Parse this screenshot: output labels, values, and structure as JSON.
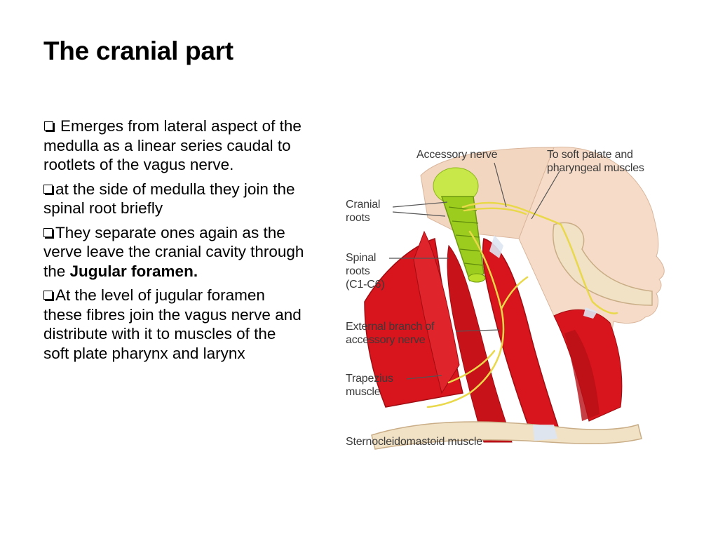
{
  "slide": {
    "title": "The cranial part"
  },
  "bullets": [
    {
      "text": "Emerges from lateral aspect of the medulla as a linear series caudal to rootlets of the vagus nerve."
    },
    {
      "text": "at the side of medulla they join the spinal root briefly"
    },
    {
      "text_before": "They separate ones again as the verve leave the cranial cavity through the ",
      "bold": "Jugular foramen."
    },
    {
      "text": "At the level of jugular foramen these fibres join the vagus nerve and distribute with it to muscles of the soft plate pharynx and larynx"
    }
  ],
  "figure": {
    "labels": {
      "accessory_nerve": "Accessory nerve",
      "soft_palate": "To soft palate and\npharyngeal muscles",
      "cranial_roots": "Cranial\nroots",
      "spinal_roots": "Spinal\nroots\n(C1-C6)",
      "external_branch": "External branch of\naccessory nerve",
      "trapezius": "Trapezius\nmuscle",
      "sternocleidomastoid": "Sternocleidomastoid muscle"
    },
    "colors": {
      "muscle": "#d8141c",
      "muscle_dark": "#a00d12",
      "nerve": "#e8d84a",
      "brainstem": "#9ccc1e",
      "skin": "#f6dcc8",
      "bone": "#f1e2c6"
    }
  }
}
